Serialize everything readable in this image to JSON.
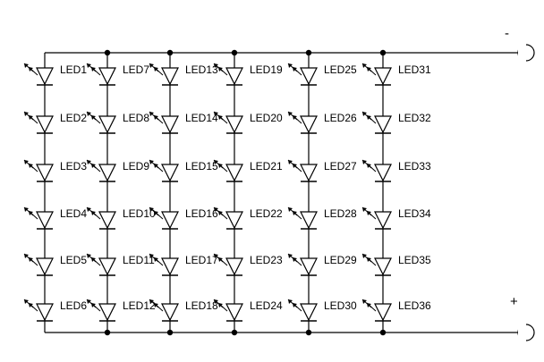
{
  "schematic": {
    "terminals": {
      "negative_label": "-",
      "positive_label": "+"
    },
    "columns": [
      {
        "leds": [
          "LED1",
          "LED2",
          "LED3",
          "LED4",
          "LED5",
          "LED6"
        ]
      },
      {
        "leds": [
          "LED7",
          "LED8",
          "LED9",
          "LED10",
          "LED11",
          "LED12"
        ]
      },
      {
        "leds": [
          "LED13",
          "LED14",
          "LED15",
          "LED16",
          "LED17",
          "LED18"
        ]
      },
      {
        "leds": [
          "LED19",
          "LED20",
          "LED21",
          "LED22",
          "LED23",
          "LED24"
        ]
      },
      {
        "leds": [
          "LED25",
          "LED26",
          "LED27",
          "LED28",
          "LED29",
          "LED30"
        ]
      },
      {
        "leds": [
          "LED31",
          "LED32",
          "LED33",
          "LED34",
          "LED35",
          "LED36"
        ]
      }
    ]
  }
}
